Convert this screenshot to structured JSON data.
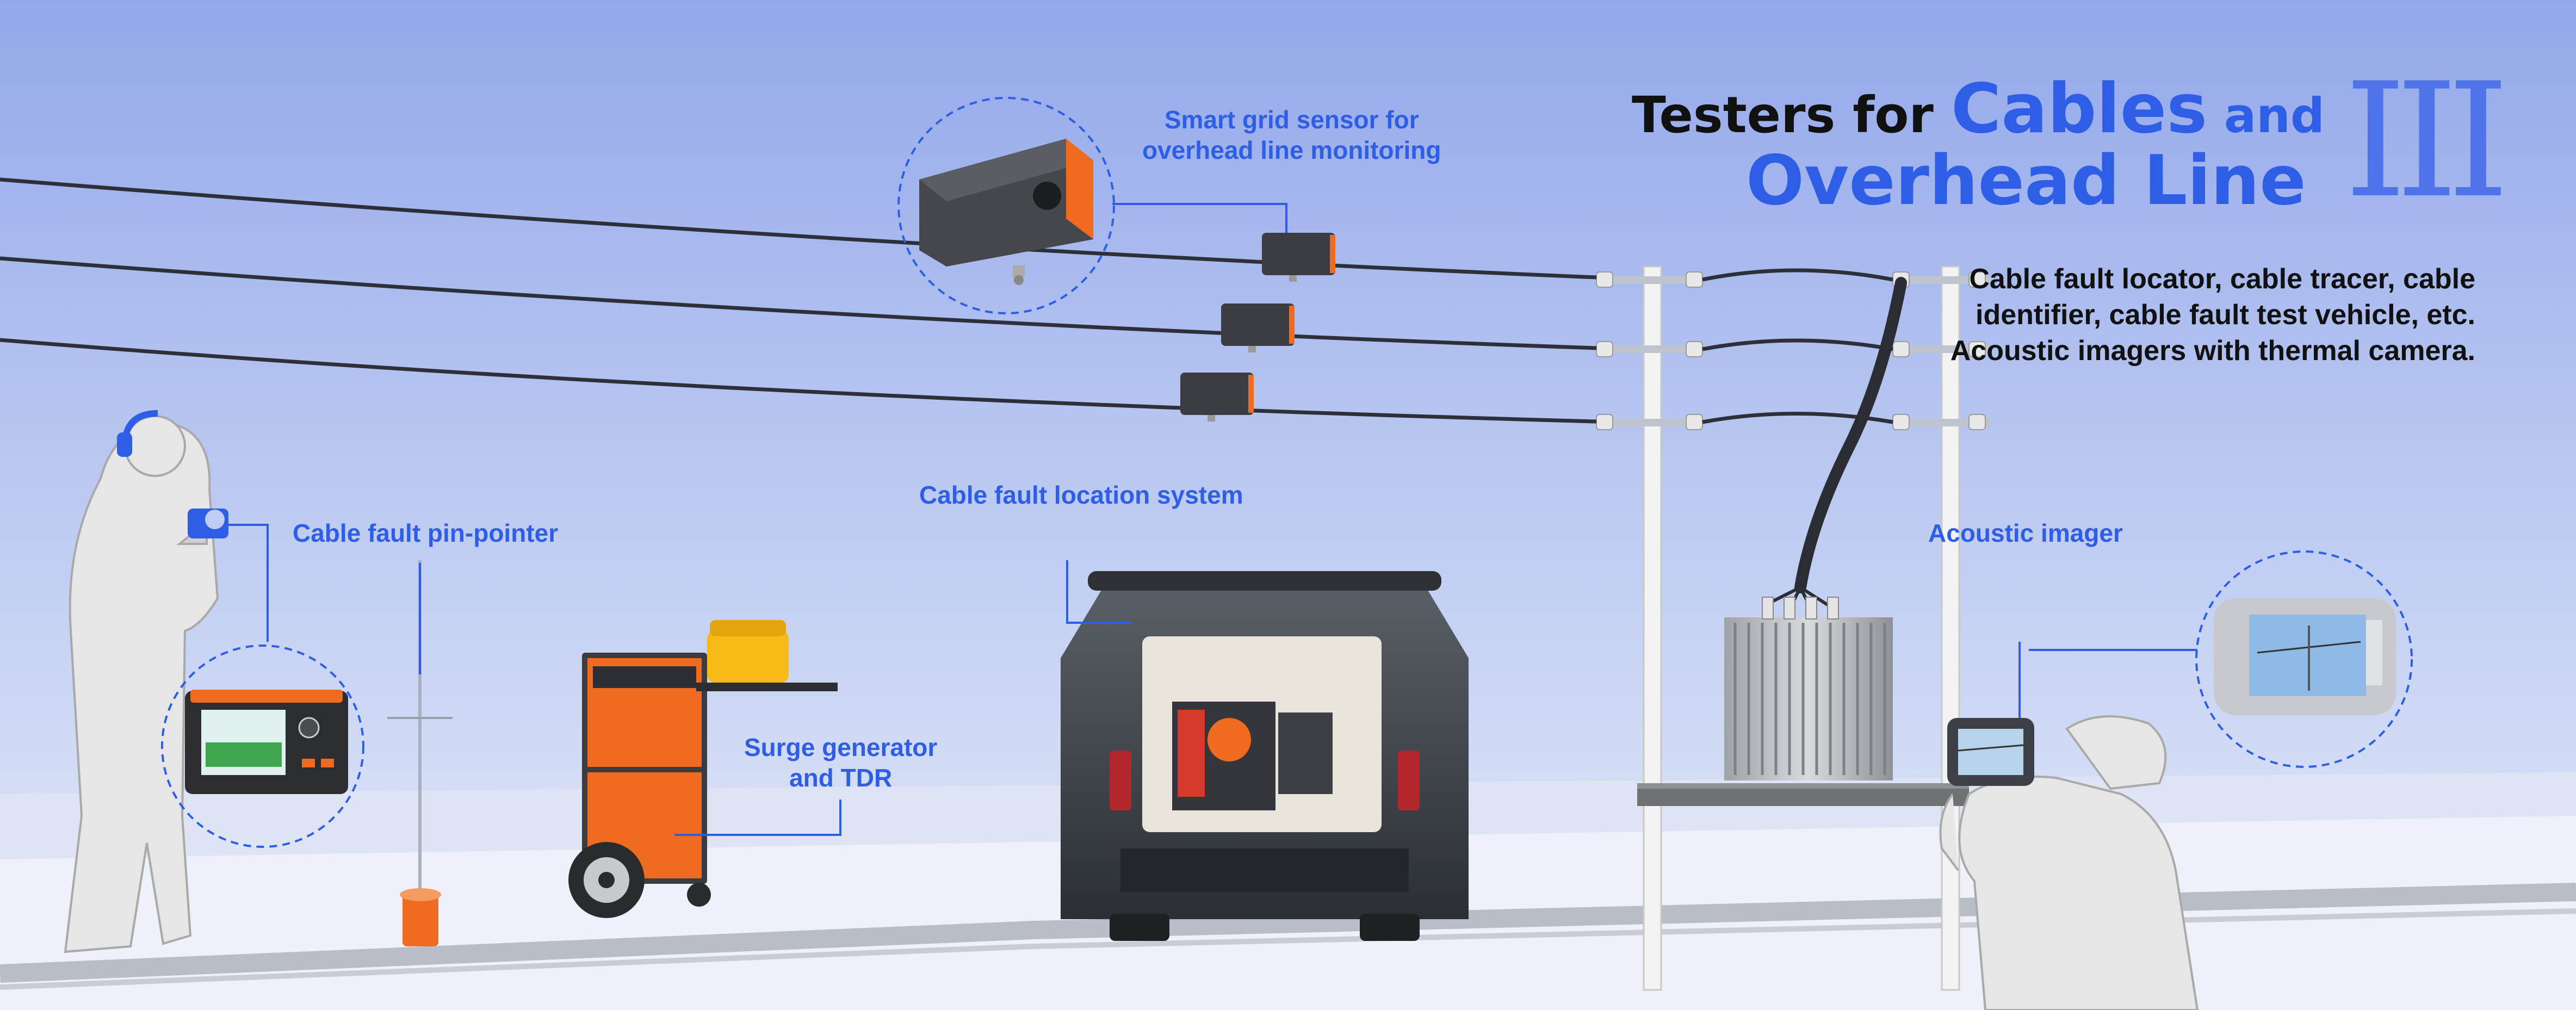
{
  "title": {
    "line1_prefix": "Testers for ",
    "line1_highlight": "Cables",
    "line1_suffix": " and",
    "line2": "Overhead Line",
    "numeral": "III"
  },
  "description": {
    "line1": "Cable fault locator, cable tracer, cable",
    "line2": "identifier, cable fault test vehicle, etc.",
    "line3": "Acoustic imagers with thermal camera."
  },
  "labels": {
    "smart_sensor_line1": "Smart grid sensor for",
    "smart_sensor_line2": "overhead line monitoring",
    "pin_pointer": "Cable fault pin-pointer",
    "fault_location": "Cable fault location system",
    "surge_line1": "Surge generator",
    "surge_line2": "and TDR",
    "acoustic": "Acoustic imager"
  },
  "colors": {
    "sky_top": "#93a8ea",
    "sky_bottom": "#e3e9f9",
    "accent": "#2f5ee6",
    "title_dark": "#111111",
    "device_orange": "#f06a1f"
  }
}
